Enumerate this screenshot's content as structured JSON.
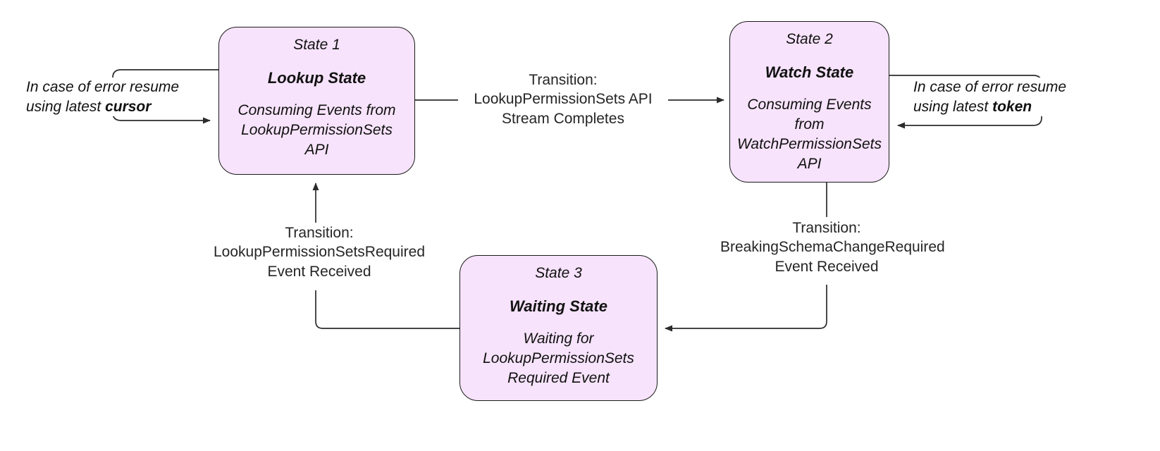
{
  "diagram": {
    "title_visible": false,
    "background_color": "#ffffff",
    "node_fill_color": "#f7e3fb",
    "node_border_color": "#1a1a1a",
    "edge_color": "#333333",
    "text_color": "#111111"
  },
  "states": [
    {
      "index_label": "State 1",
      "name": "Lookup State",
      "description": "Consuming Events from\nLookupPermissionSets\nAPI"
    },
    {
      "index_label": "State 2",
      "name": "Watch State",
      "description": "Consuming Events from\nWatchPermissionSets\nAPI"
    },
    {
      "index_label": "State 3",
      "name": "Waiting State",
      "description": "Waiting for\nLookupPermissionSets\nRequired Event"
    }
  ],
  "transitions": [
    {
      "id": "lookup-to-watch",
      "from": "State 1",
      "to": "State 2",
      "label": "Transition:\nLookupPermissionSets API\nStream Completes"
    },
    {
      "id": "watch-to-waiting",
      "from": "State 2",
      "to": "State 3",
      "label": "Transition:\nBreakingSchemaChangeRequired\nEvent Received"
    },
    {
      "id": "waiting-to-lookup",
      "from": "State 3",
      "to": "State 1",
      "label": "Transition:\nLookupPermissionSetsRequired\nEvent Received"
    }
  ],
  "notes": [
    {
      "id": "lookup-error-note",
      "attached_to": "State 1",
      "line1": "In case of error resume",
      "line2_prefix": "using latest ",
      "line2_emphasis": "cursor"
    },
    {
      "id": "watch-error-note",
      "attached_to": "State 2",
      "line1": "In case of error resume",
      "line2_prefix": "using latest ",
      "line2_emphasis": "token"
    }
  ]
}
